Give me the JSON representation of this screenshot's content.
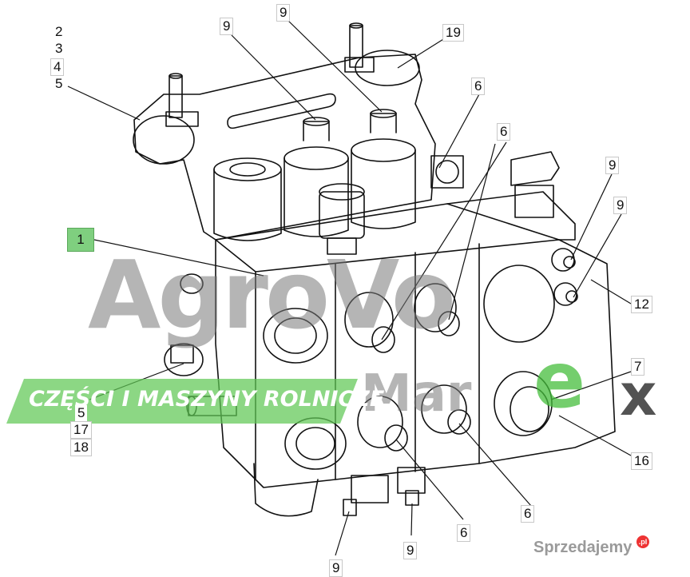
{
  "callouts": {
    "c1": "1",
    "c2": "2",
    "c3": "3",
    "c4": "4",
    "c5a": "5",
    "c5b": "5",
    "c6a": "6",
    "c6b": "6",
    "c6c": "6",
    "c6d": "6",
    "c7": "7",
    "c9a": "9",
    "c9b": "9",
    "c9c": "9",
    "c9d": "9",
    "c9e": "9",
    "c9f": "9",
    "c12": "12",
    "c16": "16",
    "c17": "17",
    "c18": "18",
    "c19": "19"
  },
  "watermark": {
    "main": "AgroVo",
    "sub": "Mar",
    "e": "e",
    "x": "x",
    "banner": "CZĘŚCI I MASZYNY ROLNICZE"
  },
  "site": {
    "name": "Sprzedajemy",
    "tld": ".pl"
  },
  "colors": {
    "highlight": "#7fcf7f",
    "banner": "#5fc855",
    "line": "#111111"
  }
}
